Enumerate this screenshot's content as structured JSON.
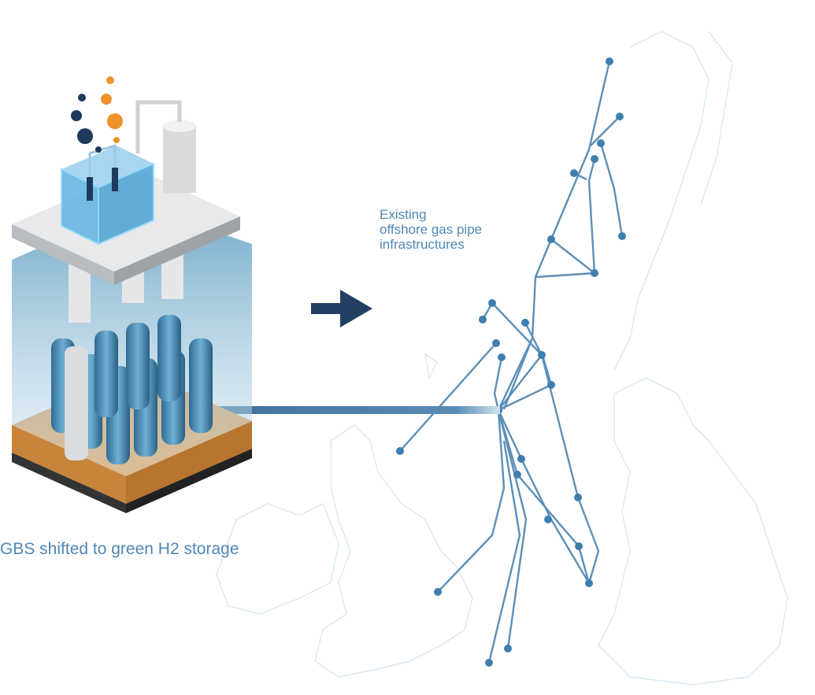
{
  "labels": {
    "pipelines": [
      "Existing",
      "offshore gas pipe",
      "infrastructures"
    ],
    "gbs": "GBS shifted to green H2 storage"
  },
  "colors": {
    "pipe": "#5c8fb8",
    "node": "#3f7fb0",
    "arrow": "#243f63",
    "text": "#4f87b3",
    "water": "#6fa9c8",
    "seabed": "#d99a52",
    "orange_bubble": "#f0922b",
    "navy_bubble": "#1f3a5c"
  }
}
